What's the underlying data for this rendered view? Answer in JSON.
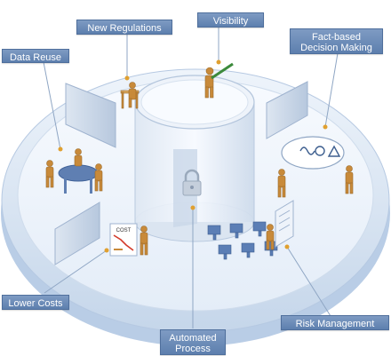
{
  "callouts": {
    "new_regulations": "New Regulations",
    "visibility": "Visibility",
    "data_reuse": "Data Reuse",
    "fact_based": [
      "Fact-based",
      "Decision Making"
    ],
    "lower_costs": "Lower Costs",
    "automated_process": [
      "Automated",
      "Process"
    ],
    "risk_management": "Risk Management"
  },
  "sign": {
    "cost": "COST"
  },
  "colors": {
    "callout_fill": "#6c8bb8",
    "platform_edge": "#c3d4ea",
    "figure": "#c88a3a",
    "leader_dot": "#e0a030"
  }
}
